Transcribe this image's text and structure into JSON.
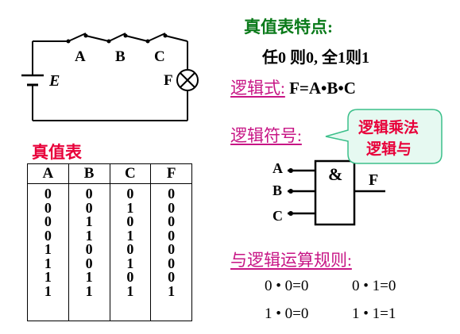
{
  "circuit": {
    "switch_labels": [
      "A",
      "B",
      "C"
    ],
    "source_label": "E",
    "lamp_label": "F"
  },
  "truth_table_feature": {
    "title": "真值表特点:",
    "rule": "任0 则0, 全1则1"
  },
  "logic_expression": {
    "label": "逻辑式:",
    "formula": "F=A•B•C"
  },
  "logic_symbol": {
    "label": "逻辑符号:",
    "gate_symbol": "&",
    "inputs": [
      "A",
      "B",
      "C"
    ],
    "output": "F"
  },
  "callout": {
    "line1": "逻辑乘法",
    "line2": "逻辑与"
  },
  "truth_table": {
    "title": "真值表",
    "headers": [
      "A",
      "B",
      "C",
      "F"
    ],
    "columns": [
      [
        "0",
        "0",
        "0",
        "0",
        "1",
        "1",
        "1",
        "1"
      ],
      [
        "0",
        "0",
        "1",
        "1",
        "0",
        "0",
        "1",
        "1"
      ],
      [
        "0",
        "1",
        "0",
        "1",
        "0",
        "1",
        "0",
        "1"
      ],
      [
        "0",
        "0",
        "0",
        "0",
        "0",
        "0",
        "0",
        "1"
      ]
    ]
  },
  "and_rules": {
    "title": "与逻辑运算规则:",
    "rules": [
      "0 • 0=0",
      "0 • 1=0",
      "1 • 0=0",
      "1 • 1=1"
    ]
  },
  "colors": {
    "title_green": "#0a7a1a",
    "red": "#e8003a",
    "magenta": "#c71585",
    "callout_fill": "#e6f9f1",
    "callout_border": "#3bbf8a"
  }
}
